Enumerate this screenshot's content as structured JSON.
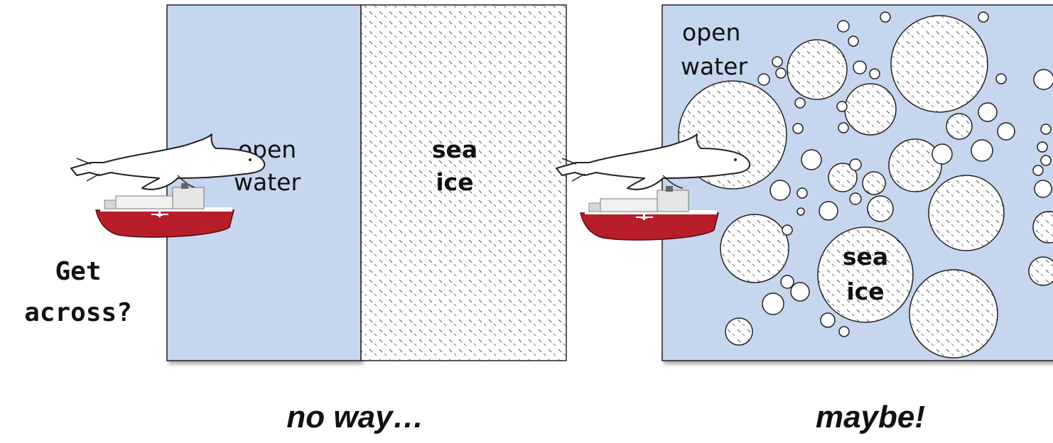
{
  "left_panel": {
    "water_label_line1": "open",
    "water_label_line2": "water",
    "ice_label_line1": "sea",
    "ice_label_line2": "ice",
    "caption": "no way…"
  },
  "right_panel": {
    "water_label_line1": "open",
    "water_label_line2": "water",
    "ice_label_line1": "sea",
    "ice_label_line2": "ice",
    "caption": "maybe!"
  },
  "question_line1": "Get",
  "question_line2": "across?",
  "colors": {
    "open_water": "#c5d6ee",
    "ice": "#ffffff",
    "ship_hull": "#b81e2a",
    "outline": "#222222"
  },
  "icons": [
    "beluga-whale-icon",
    "icebreaker-ship-icon"
  ]
}
